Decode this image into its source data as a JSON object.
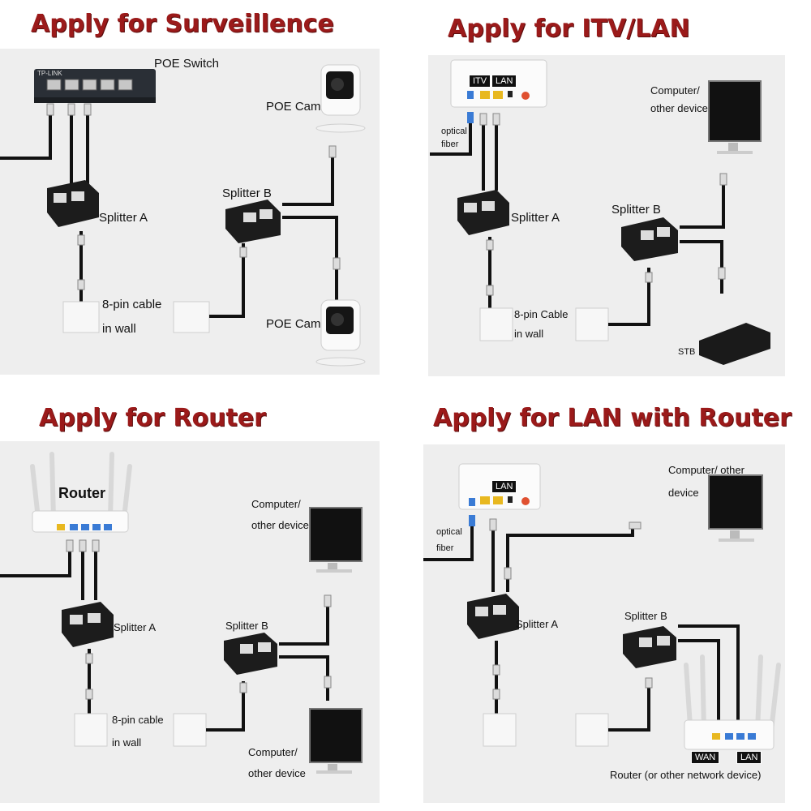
{
  "panels": {
    "surveillance": {
      "title": "Apply for Surveillence",
      "switch_label": "POE Switch",
      "switch_brand": "TP-LINK",
      "cam_top_label": "POE Cam",
      "cam_bottom_label": "POE Cam",
      "splitter_a_label": "Splitter A",
      "splitter_b_label": "Splitter B",
      "cable_label_1": "8-pin cable",
      "cable_label_2": "in wall"
    },
    "itv": {
      "title": "Apply for ITV/LAN",
      "port_itv": "ITV",
      "port_lan": "LAN",
      "fiber_1": "optical",
      "fiber_2": "fiber",
      "computer_1": "Computer/",
      "computer_2": "other device",
      "splitter_a_label": "Splitter A",
      "splitter_b_label": "Splitter B",
      "cable_label_1": "8-pin Cable",
      "cable_label_2": "in wall",
      "stb_label": "STB"
    },
    "router": {
      "title": "Apply for Router",
      "router_label": "Router",
      "computer_top_1": "Computer/",
      "computer_top_2": "other device",
      "computer_bottom_1": "Computer/",
      "computer_bottom_2": "other device",
      "splitter_a_label": "Splitter A",
      "splitter_b_label": "Splitter B",
      "cable_label_1": "8-pin cable",
      "cable_label_2": "in wall"
    },
    "lan_router": {
      "title": "Apply for LAN with Router",
      "port_lan": "LAN",
      "fiber_1": "optical",
      "fiber_2": "fiber",
      "computer_1": "Computer/ other",
      "computer_2": "device",
      "splitter_a_label": "Splitter A",
      "splitter_b_label": "Splitter B",
      "port_wan": "WAN",
      "port_lan2": "LAN",
      "router_caption": "Router (or other network device)"
    }
  },
  "colors": {
    "heading": "#9b1a1a",
    "panel_bg": "#eeeeee",
    "cable": "#111111",
    "port_yellow": "#e8b820",
    "port_blue": "#3a7bd5"
  }
}
